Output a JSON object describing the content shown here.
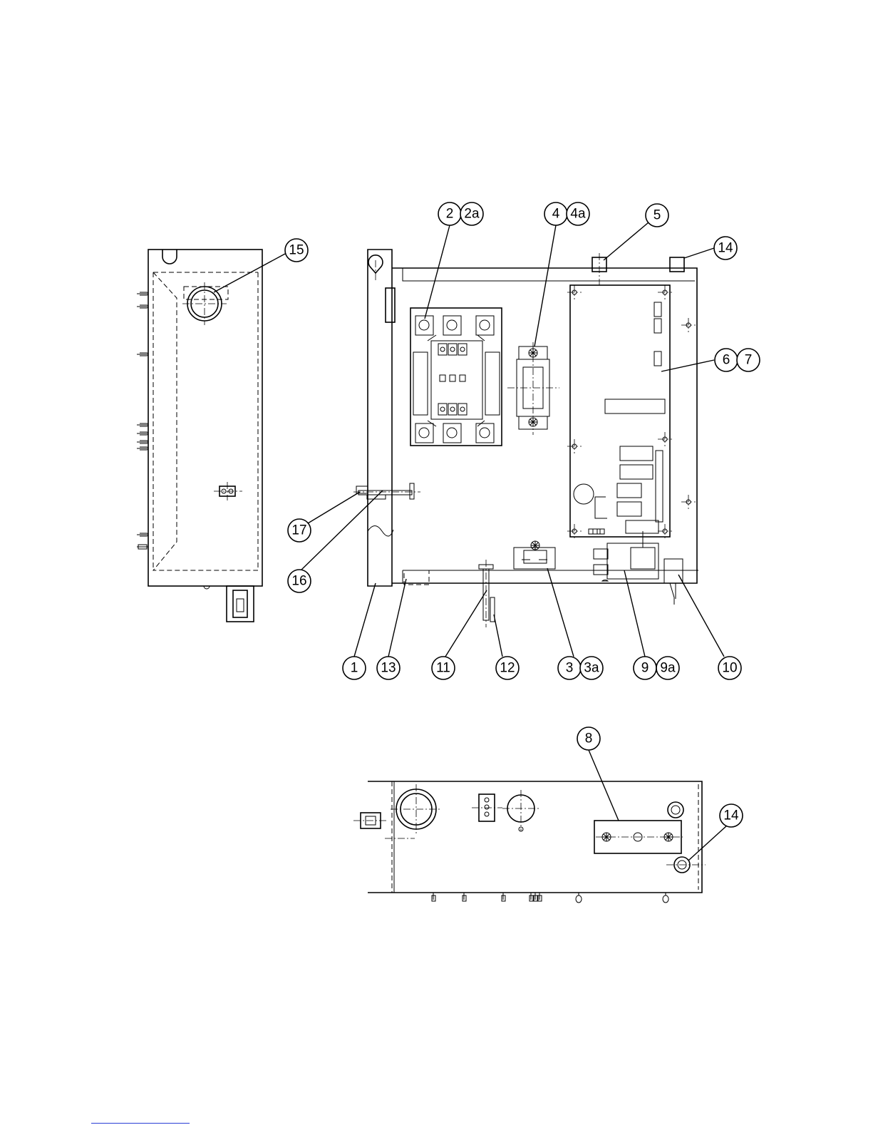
{
  "callouts": [
    {
      "id": "c2",
      "label": "2"
    },
    {
      "id": "c2a",
      "label": "2a"
    },
    {
      "id": "c4",
      "label": "4"
    },
    {
      "id": "c4a",
      "label": "4a"
    },
    {
      "id": "c5",
      "label": "5"
    },
    {
      "id": "c14t",
      "label": "14"
    },
    {
      "id": "c15",
      "label": "15"
    },
    {
      "id": "c6",
      "label": "6"
    },
    {
      "id": "c7",
      "label": "7"
    },
    {
      "id": "c17",
      "label": "17"
    },
    {
      "id": "c16",
      "label": "16"
    },
    {
      "id": "c1",
      "label": "1"
    },
    {
      "id": "c13",
      "label": "13"
    },
    {
      "id": "c11",
      "label": "11"
    },
    {
      "id": "c12",
      "label": "12"
    },
    {
      "id": "c3",
      "label": "3"
    },
    {
      "id": "c3a",
      "label": "3a"
    },
    {
      "id": "c9",
      "label": "9"
    },
    {
      "id": "c9a",
      "label": "9a"
    },
    {
      "id": "c10",
      "label": "10"
    },
    {
      "id": "c8",
      "label": "8"
    },
    {
      "id": "c14b",
      "label": "14"
    }
  ]
}
